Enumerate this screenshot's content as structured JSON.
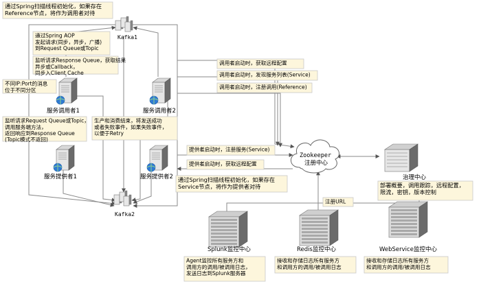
{
  "colors": {
    "note_fill": "#fdf6dc",
    "note_border": "#c8c8c8",
    "line": "#8a8a8a",
    "arrow": "#555555",
    "server_dark": "#6b6b6b",
    "server_light": "#e6e6e6",
    "globe": "#2f7bd3"
  },
  "nodes": {
    "kafka1": "Kafka1",
    "kafka2": "Kafka2",
    "consumer1": "服务调用者1",
    "consumer2": "服务调用者2",
    "provider1": "服务提供者1",
    "provider2": "服务提供者2",
    "zookeeper_l1": "Zookeeper",
    "zookeeper_l2": "注册中心",
    "governance": "治理中心",
    "splunk": "Splunk监控中心",
    "redis": "Redis监控中心",
    "webservice": "WebService监控中心"
  },
  "notes": {
    "consumer_init": [
      "通过Spring扫描线程初始化，如果存在",
      "Reference节点，将作为调用者对待"
    ],
    "spring_aop": [
      "通过Spring AOP",
      "发起请求(同步，异步，广播)",
      "到Request Queue或Topic"
    ],
    "listen_response": [
      "监听请求Response Queue，获取结果",
      "异步或Callback，",
      "同步入Client Cache"
    ],
    "ip_port": [
      "不同IP:Port的消息",
      "位于不同分区"
    ],
    "listen_request": [
      "监听请求Request Queue或Topic，",
      "调用服务端方法，",
      "返回响应到Response Queue",
      "(Topic模式不返回)"
    ],
    "retry": [
      "生产和消费结束，将发送成功",
      "或者失败事件，如果失败事件，",
      "以便于Retry"
    ],
    "c_get_config": [
      "调用者启动时，获取远程配置"
    ],
    "c_discover": [
      "调用者启动时，发现服务列表(Service)"
    ],
    "c_register": [
      "调用者启动时，注册调用(Reference)"
    ],
    "p_register": [
      "提供者启动时，注册服务(Service)"
    ],
    "p_get_config": [
      "提供者启动时，获取远程配置"
    ],
    "provider_init": [
      "通过Spring扫描线程初始化，如果存在",
      "Service节点，将作为提供者对待"
    ],
    "register_url": [
      "注册URL"
    ],
    "governance_desc": [
      "部署概要，调用跟踪，远程配置，",
      "限流，密钥，版本控制"
    ],
    "splunk_desc": [
      "Agent监控所有服务方和",
      "调用方的调用/被调用日志，",
      "发送日志到Splunk服务器"
    ],
    "redis_desc": [
      "接收和存储日志所有服务方",
      "和调用方的调用/被调用日志"
    ],
    "webservice_desc": [
      "接收和存储日志所有服务方",
      "和调用方的调用/被调用日志"
    ]
  }
}
